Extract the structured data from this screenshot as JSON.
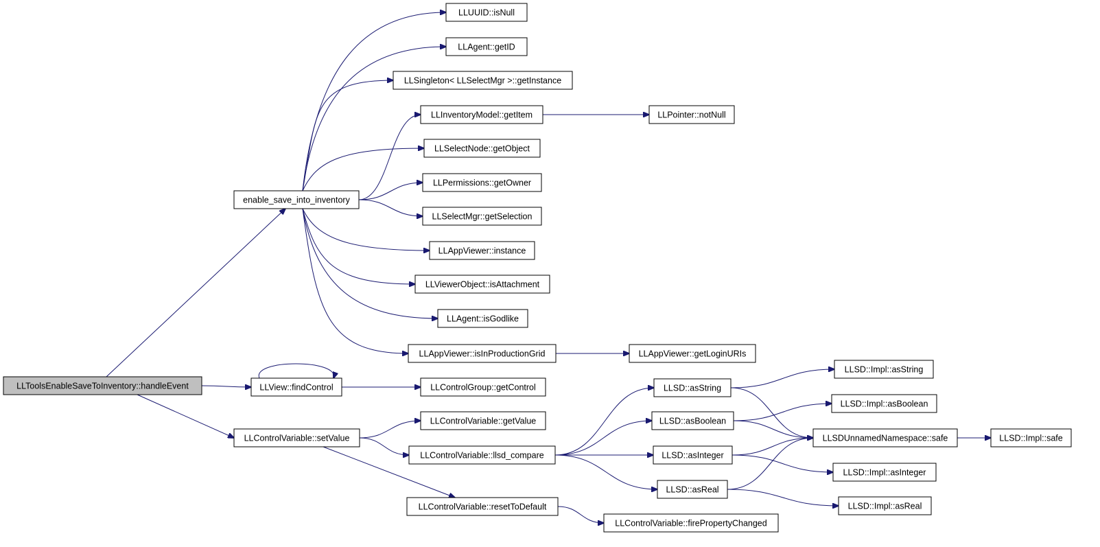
{
  "colors": {
    "edge": "#191970",
    "root_fill": "#bfbfbf",
    "node_fill": "#ffffff",
    "border": "#000000"
  },
  "nodes": [
    {
      "id": "root",
      "label": "LLToolsEnableSaveToInventory::handleEvent",
      "root": true
    },
    {
      "id": "esi",
      "label": "enable_save_into_inventory"
    },
    {
      "id": "uuid_isnull",
      "label": "LLUUID::isNull"
    },
    {
      "id": "agent_getid",
      "label": "LLAgent::getID"
    },
    {
      "id": "singleton",
      "label": "LLSingleton< LLSelectMgr >::getInstance"
    },
    {
      "id": "inv_getitem",
      "label": "LLInventoryModel::getItem"
    },
    {
      "id": "ptr_notnull",
      "label": "LLPointer::notNull"
    },
    {
      "id": "selnode_getobj",
      "label": "LLSelectNode::getObject"
    },
    {
      "id": "perm_getowner",
      "label": "LLPermissions::getOwner"
    },
    {
      "id": "selmgr_getsel",
      "label": "LLSelectMgr::getSelection"
    },
    {
      "id": "appv_instance",
      "label": "LLAppViewer::instance"
    },
    {
      "id": "vobj_isattach",
      "label": "LLViewerObject::isAttachment"
    },
    {
      "id": "agent_isgod",
      "label": "LLAgent::isGodlike"
    },
    {
      "id": "appv_isprod",
      "label": "LLAppViewer::isInProductionGrid"
    },
    {
      "id": "appv_loginuris",
      "label": "LLAppViewer::getLoginURIs"
    },
    {
      "id": "view_findctrl",
      "label": "LLView::findControl"
    },
    {
      "id": "cg_getctrl",
      "label": "LLControlGroup::getControl"
    },
    {
      "id": "cv_setvalue",
      "label": "LLControlVariable::setValue"
    },
    {
      "id": "cv_getvalue",
      "label": "LLControlVariable::getValue"
    },
    {
      "id": "cv_llsdcmp",
      "label": "LLControlVariable::llsd_compare"
    },
    {
      "id": "cv_reset",
      "label": "LLControlVariable::resetToDefault"
    },
    {
      "id": "cv_fireprop",
      "label": "LLControlVariable::firePropertyChanged"
    },
    {
      "id": "llsd_asstring",
      "label": "LLSD::asString"
    },
    {
      "id": "llsd_asbool",
      "label": "LLSD::asBoolean"
    },
    {
      "id": "llsd_asint",
      "label": "LLSD::asInteger"
    },
    {
      "id": "llsd_asreal",
      "label": "LLSD::asReal"
    },
    {
      "id": "impl_asstring",
      "label": "LLSD::Impl::asString"
    },
    {
      "id": "impl_asbool",
      "label": "LLSD::Impl::asBoolean"
    },
    {
      "id": "unnamed_safe",
      "label": "LLSDUnnamedNamespace::safe"
    },
    {
      "id": "impl_safe",
      "label": "LLSD::Impl::safe"
    },
    {
      "id": "impl_asint",
      "label": "LLSD::Impl::asInteger"
    },
    {
      "id": "impl_asreal",
      "label": "LLSD::Impl::asReal"
    }
  ],
  "edges": [
    [
      "root",
      "esi"
    ],
    [
      "root",
      "view_findctrl"
    ],
    [
      "root",
      "cv_setvalue"
    ],
    [
      "esi",
      "uuid_isnull"
    ],
    [
      "esi",
      "agent_getid"
    ],
    [
      "esi",
      "singleton"
    ],
    [
      "esi",
      "inv_getitem"
    ],
    [
      "esi",
      "selnode_getobj"
    ],
    [
      "esi",
      "perm_getowner"
    ],
    [
      "esi",
      "selmgr_getsel"
    ],
    [
      "esi",
      "appv_instance"
    ],
    [
      "esi",
      "vobj_isattach"
    ],
    [
      "esi",
      "agent_isgod"
    ],
    [
      "esi",
      "appv_isprod"
    ],
    [
      "inv_getitem",
      "ptr_notnull"
    ],
    [
      "appv_isprod",
      "appv_loginuris"
    ],
    [
      "view_findctrl",
      "view_findctrl"
    ],
    [
      "view_findctrl",
      "cg_getctrl"
    ],
    [
      "cv_setvalue",
      "cv_getvalue"
    ],
    [
      "cv_setvalue",
      "cv_llsdcmp"
    ],
    [
      "cv_setvalue",
      "cv_reset"
    ],
    [
      "cv_reset",
      "cv_fireprop"
    ],
    [
      "cv_llsdcmp",
      "llsd_asstring"
    ],
    [
      "cv_llsdcmp",
      "llsd_asbool"
    ],
    [
      "cv_llsdcmp",
      "llsd_asint"
    ],
    [
      "cv_llsdcmp",
      "llsd_asreal"
    ],
    [
      "llsd_asstring",
      "impl_asstring"
    ],
    [
      "llsd_asstring",
      "unnamed_safe"
    ],
    [
      "llsd_asbool",
      "impl_asbool"
    ],
    [
      "llsd_asbool",
      "unnamed_safe"
    ],
    [
      "llsd_asint",
      "unnamed_safe"
    ],
    [
      "llsd_asint",
      "impl_asint"
    ],
    [
      "llsd_asreal",
      "unnamed_safe"
    ],
    [
      "llsd_asreal",
      "impl_asreal"
    ],
    [
      "unnamed_safe",
      "impl_safe"
    ]
  ]
}
